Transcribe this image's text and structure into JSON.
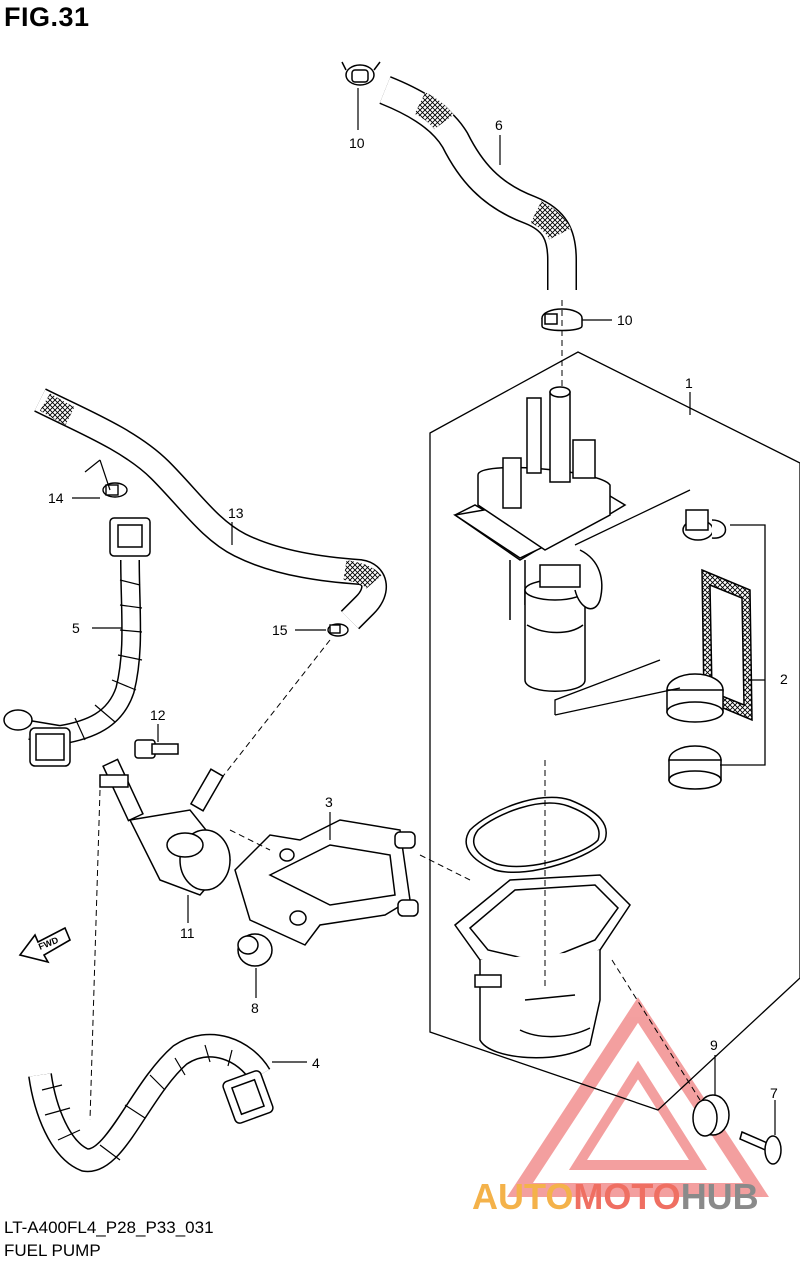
{
  "figure": {
    "title": "FIG.31",
    "code": "LT-A400FL4_P28_P33_031",
    "name": "FUEL PUMP"
  },
  "callouts": [
    "1",
    "2",
    "3",
    "4",
    "5",
    "6",
    "7",
    "8",
    "9",
    "10",
    "10",
    "11",
    "12",
    "13",
    "14",
    "15"
  ],
  "fwd_label": "FWD",
  "watermark": {
    "part1": "AUTO",
    "part2": "MOTO",
    "part3": "HUB",
    "colors": {
      "auto": "#f4b24a",
      "moto": "#ef6f62",
      "hub": "#8a8a8a",
      "triangle": "#f08080"
    }
  }
}
